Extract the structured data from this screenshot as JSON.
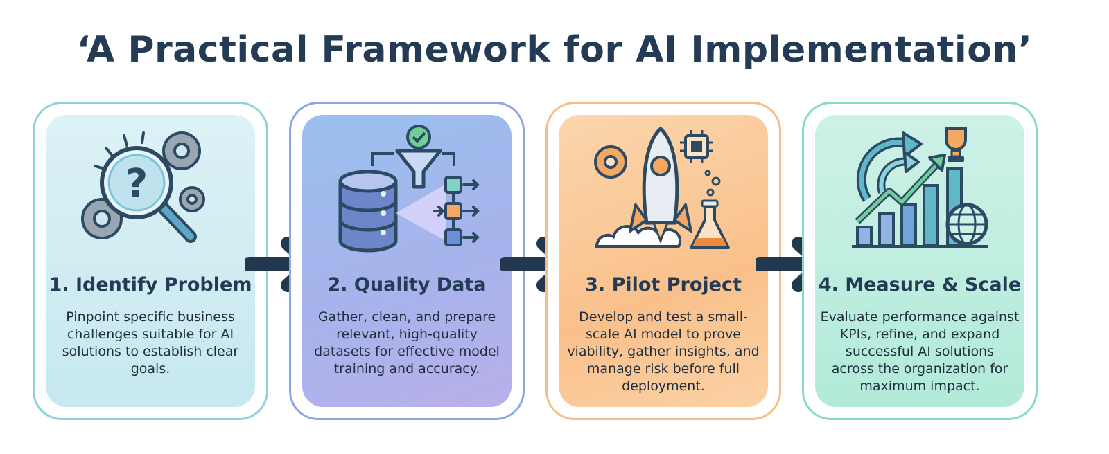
{
  "title": "‘A Practical Framework for AI Implementation’",
  "steps": [
    {
      "title": "1. Identify Problem",
      "lines": [
        "Pinpoint specific business",
        "challenges suitable for AI",
        "solutions to establish clear",
        "goals."
      ],
      "icon": "magnifier-question-gears-icon"
    },
    {
      "title": "2. Quality Data",
      "lines": [
        "Gather, clean, and prepare",
        "relevant, high-quality",
        "datasets for effective model",
        "training and accuracy."
      ],
      "icon": "database-funnel-icon"
    },
    {
      "title": "3. Pilot Project",
      "lines": [
        "Develop and test a small-",
        "scale AI model to prove",
        "viability, gather insights, and",
        "manage risk before full",
        "deployment."
      ],
      "icon": "rocket-flask-icon"
    },
    {
      "title": "4. Measure & Scale",
      "lines": [
        "Evaluate performance against",
        "KPIs, refine, and expand",
        "successful AI solutions",
        "across the organization for",
        "maximum impact."
      ],
      "icon": "growth-chart-trophy-icon"
    }
  ],
  "colors": {
    "title": "#243b55",
    "arrow": "#22384f",
    "step1": "#8fd1dc",
    "step2": "#8aa8e6",
    "step3": "#f6bd86",
    "step4": "#86dcc4"
  }
}
